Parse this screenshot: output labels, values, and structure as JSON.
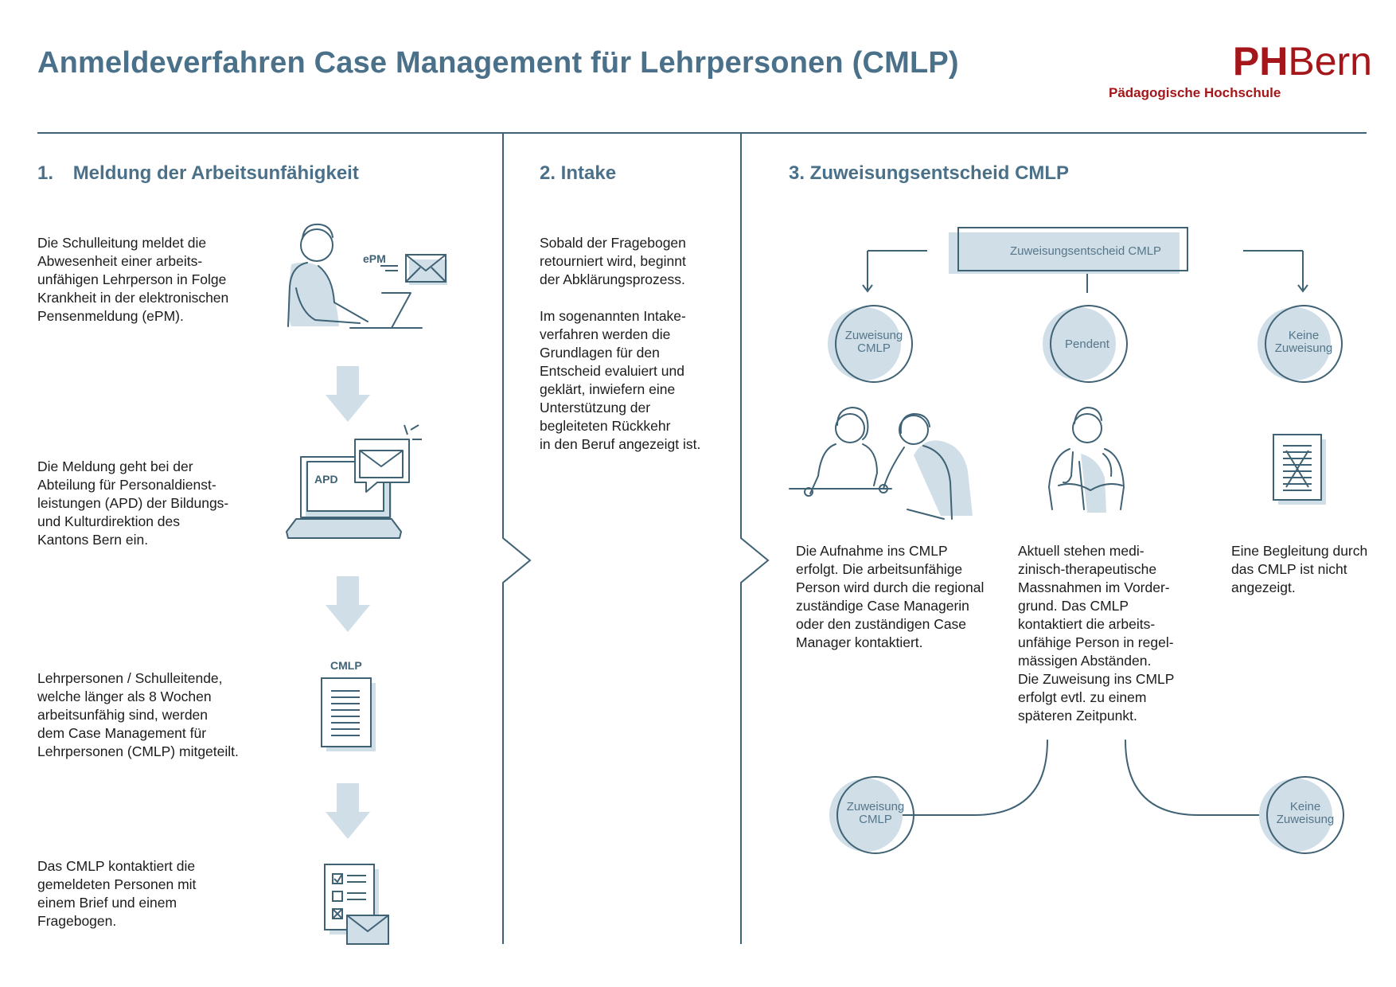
{
  "title": "Anmeldeverfahren Case Management für Lehrpersonen (CMLP)",
  "logo": {
    "ph": "PH",
    "bern": "Bern",
    "subtitle": "Pädagogische Hochschule"
  },
  "sections": {
    "s1": {
      "heading_num": "1.",
      "heading": "Meldung der Arbeitsunfähigkeit",
      "steps": [
        {
          "text": "Die Schulleitung meldet die\nAbwesenheit einer arbeits-\nunfähigen Lehrperson in Folge\nKrankheit in der elektronischen\nPensenmeldung (ePM).",
          "icon_label": "ePM"
        },
        {
          "text": "Die Meldung geht bei der\nAbteilung für Personaldienst-\nleistungen (APD) der Bildungs-\nund Kulturdirektion des\nKantons Bern ein.",
          "icon_label": "APD"
        },
        {
          "text": "Lehrpersonen / Schulleitende,\nwelche länger als 8 Wochen\narbeitsunfähig sind, werden\ndem Case Management für\nLehrpersonen (CMLP) mitgeteilt.",
          "icon_label": "CMLP"
        },
        {
          "text": "Das CMLP kontaktiert die\ngemeldeten Personen mit\neinem Brief und einem\nFragebogen.",
          "icon_label": ""
        }
      ]
    },
    "s2": {
      "heading": "2. Intake",
      "para1": "Sobald der Fragebogen\nretourniert wird, beginnt\nder Abklärungsprozess.",
      "para2": "Im sogenannten Intake-\nverfahren werden die\nGrundlagen für den\nEntscheid evaluiert und\ngeklärt, inwiefern eine\nUnterstützung der\nbegleiteten Rückkehr\nin den Beruf angezeigt ist."
    },
    "s3": {
      "heading": "3. Zuweisungsentscheid CMLP",
      "box": "Zuweisungsentscheid CMLP",
      "circles": [
        {
          "line1": "Zuweisung",
          "line2": "CMLP"
        },
        {
          "line1": "Pendent",
          "line2": ""
        },
        {
          "line1": "Keine",
          "line2": "Zuweisung"
        }
      ],
      "descriptions": [
        "Die Aufnahme ins CMLP\nerfolgt. Die arbeitsunfähige\nPerson wird durch die regional\nzuständige Case Managerin\noder den zuständigen Case\nManager kontaktiert.",
        "Aktuell stehen medi-\nzinisch-therapeutische\nMassnahmen im Vorder-\ngrund. Das CMLP\nkontaktiert die arbeits-\nunfähige Person in regel-\nmässigen Abständen.\nDie Zuweisung ins CMLP\nerfolgt evtl. zu einem\nspäteren Zeitpunkt.",
        "Eine Begleitung durch\ndas CMLP ist nicht\nangezeigt."
      ],
      "outcomes": [
        {
          "line1": "Zuweisung",
          "line2": "CMLP"
        },
        {
          "line1": "Keine",
          "line2": "Zuweisung"
        }
      ]
    }
  },
  "colors": {
    "accent": "#4a7189",
    "logo": "#a4161a",
    "line": "#3f6275",
    "fill": "#cfdee7"
  }
}
